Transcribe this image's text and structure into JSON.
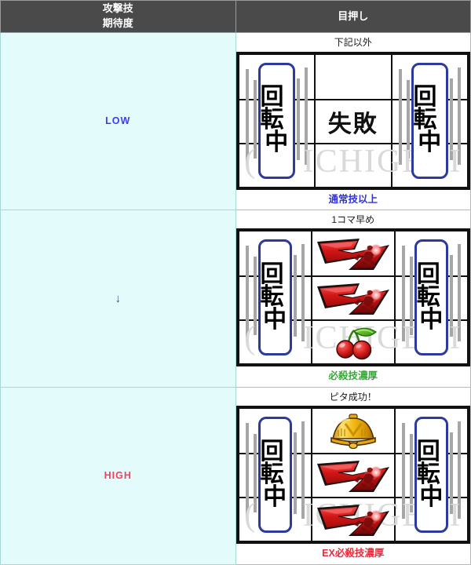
{
  "header": {
    "col_expectation_line1": "攻撃技",
    "col_expectation_line2": "期待度",
    "col_timing": "目押し"
  },
  "watermark": "(C) ICHIGEKI",
  "rows": [
    {
      "expectation": "LOW",
      "expectation_color": "#3c3cf0",
      "caption": "下記以外",
      "result": "通常技以上",
      "result_color": "#3232dc",
      "reels": [
        {
          "type": "spinning",
          "label_line1": "回転",
          "label_line2": "中"
        },
        {
          "type": "text",
          "symbols": [
            "",
            "失敗",
            ""
          ]
        },
        {
          "type": "spinning",
          "label_line1": "回転",
          "label_line2": "中"
        }
      ]
    },
    {
      "expectation": "↓",
      "expectation_color": "#46467a",
      "caption": "1コマ早め",
      "result": "必殺技濃厚",
      "result_color": "#3aa83a",
      "reels": [
        {
          "type": "spinning",
          "label_line1": "回転",
          "label_line2": "中"
        },
        {
          "type": "symbols",
          "symbols": [
            "seven",
            "seven",
            "cherry"
          ]
        },
        {
          "type": "spinning",
          "label_line1": "回転",
          "label_line2": "中"
        }
      ]
    },
    {
      "expectation": "HIGH",
      "expectation_color": "#f4405c",
      "caption": "ピタ成功！",
      "result": "EX必殺技濃厚",
      "result_color": "#ef2a3c",
      "reels": [
        {
          "type": "spinning",
          "label_line1": "回転",
          "label_line2": "中"
        },
        {
          "type": "symbols",
          "symbols": [
            "bell",
            "seven",
            "seven"
          ]
        },
        {
          "type": "spinning",
          "label_line1": "回転",
          "label_line2": "中"
        }
      ]
    }
  ],
  "symbol_names": {
    "seven": "red-seven-symbol",
    "cherry": "cherry-symbol",
    "bell": "bell-symbol"
  },
  "colors": {
    "header_bg": "#4a4a4a",
    "expectation_bg": "#e4fbfb",
    "placard_border": "#2b3a9c",
    "seven_red": "#cc1f1f",
    "bell_gold": "#f2c02e",
    "cherry_red": "#d52020"
  }
}
